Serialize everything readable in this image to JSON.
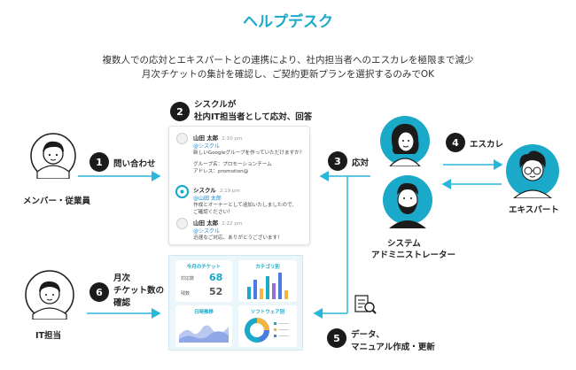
{
  "title": "ヘルプデスク",
  "subtitle": [
    "複数人での応対とエキスパートとの連携により、社内担当者へのエスカレを極限まで減少",
    "月次チケットの集計を確認し、ご契約更新プランを選択するのみでOK"
  ],
  "steps": [
    {
      "num": "1",
      "label": "問い合わせ"
    },
    {
      "num": "2",
      "label_lines": [
        "シスクルが",
        "社内IT担当者として応対、回答"
      ]
    },
    {
      "num": "3",
      "label": "応対"
    },
    {
      "num": "4",
      "label": "エスカレ"
    },
    {
      "num": "5",
      "label_lines": [
        "データ、",
        "マニュアル作成・更新"
      ]
    },
    {
      "num": "6",
      "label_lines": [
        "月次",
        "チケット数の",
        "確認"
      ]
    }
  ],
  "people": {
    "member": "メンバー・従業員",
    "expert": "エキスパート",
    "admin_lines": [
      "システム",
      "アドミニストレーター"
    ],
    "it": "IT担当"
  },
  "chat": {
    "messages": [
      {
        "name": "山田 太郎",
        "time": "2:10 pm",
        "mention": "@シスクル",
        "lines": [
          "新しいGoogleグループを作っていただけますか？",
          "",
          "グループ名：プロモーションチーム",
          "アドレス：promotion@"
        ]
      },
      {
        "name": "シスクル",
        "time": "2:19 pm",
        "mention": "@山田 太郎",
        "lines": [
          "作成とオーナーとして追加いたしましたので、",
          "ご確認ください！"
        ]
      },
      {
        "name": "山田 太郎",
        "time": "2:22 pm",
        "mention": "@シスクル",
        "lines": [
          "迅速なご対応、ありがとうございます！"
        ]
      }
    ]
  },
  "dashboard": {
    "tickets_title": "今月のチケット",
    "row1_label": "対応数",
    "row1_value": "68",
    "row2_label": "残数",
    "row2_value": "52",
    "category_title": "カテゴリ別",
    "daily_title": "日時推移",
    "software_title": "ソフトウェア別"
  },
  "colors": {
    "accent": "#1aa9c9",
    "arrow": "#29b6d8",
    "dark": "#1b1b1b"
  }
}
